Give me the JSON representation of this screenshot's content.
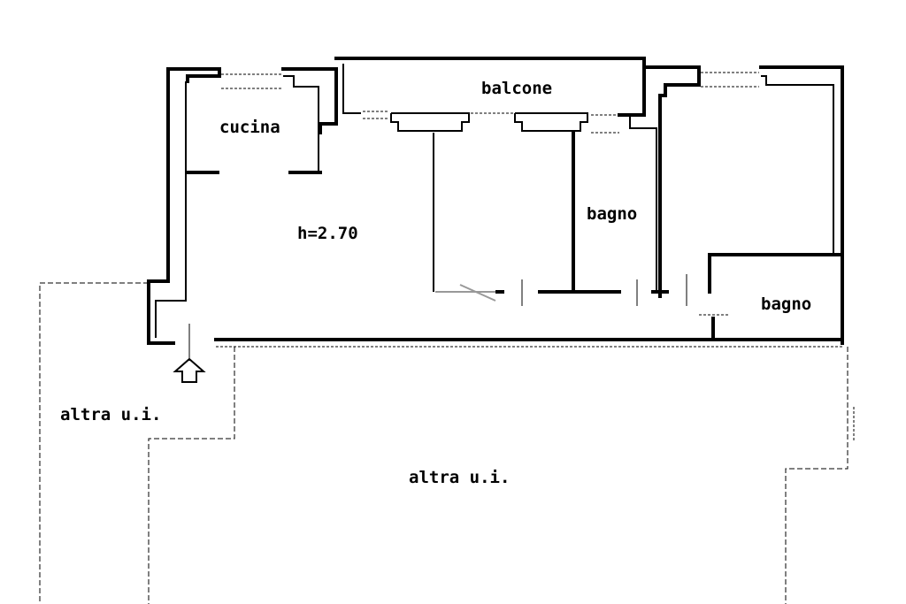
{
  "rooms": {
    "cucina": "cucina",
    "balcone": "balcone",
    "height": "h=2.70",
    "bagno_1": "bagno",
    "bagno_2": "bagno",
    "altra_ui_left": "altra u.i.",
    "altra_ui_bottom": "altra u.i."
  },
  "colors": {
    "ink": "#000000",
    "background": "#ffffff"
  }
}
